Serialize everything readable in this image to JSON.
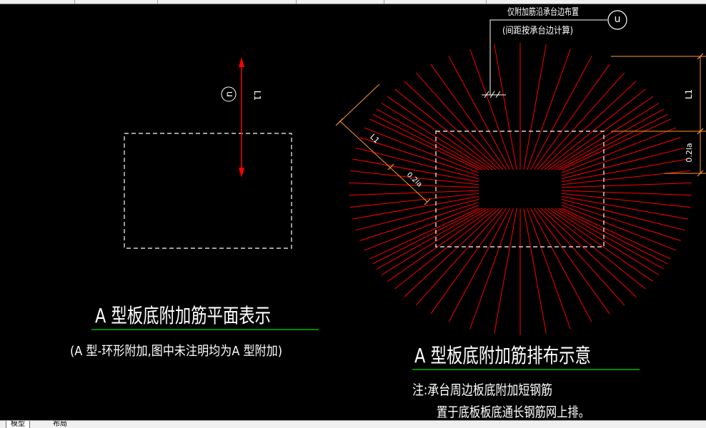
{
  "left_plan": {
    "title": "A 型板底附加筋平面表示",
    "subtitle": "(A 型-环形附加,图中未注明均为A 型附加)",
    "dimension_label": "L1",
    "rebar_tag": "n"
  },
  "right_plan": {
    "title": "A 型板底附加筋排布示意",
    "note_line1": "注:承台周边板底附加短钢筋",
    "note_line2": "置于底板板底通长钢筋网上排。",
    "callout_line1": "仅附加筋沿承台边布置",
    "callout_line2": "(间距按承台边计算)",
    "callout_tag": "n",
    "dim_L1": "L1",
    "dim_la": "0.2la",
    "diag_L1": "L1",
    "diag_la": "0.2la"
  },
  "tabs": [
    {
      "label": "模型",
      "active": true
    },
    {
      "label": "布局",
      "active": false
    }
  ],
  "colors": {
    "background": "#000000",
    "rebar_red": "#ff0000",
    "underline_green": "#00b400",
    "linework_white": "#ffffff",
    "dimension_orange": "#ff9933"
  }
}
